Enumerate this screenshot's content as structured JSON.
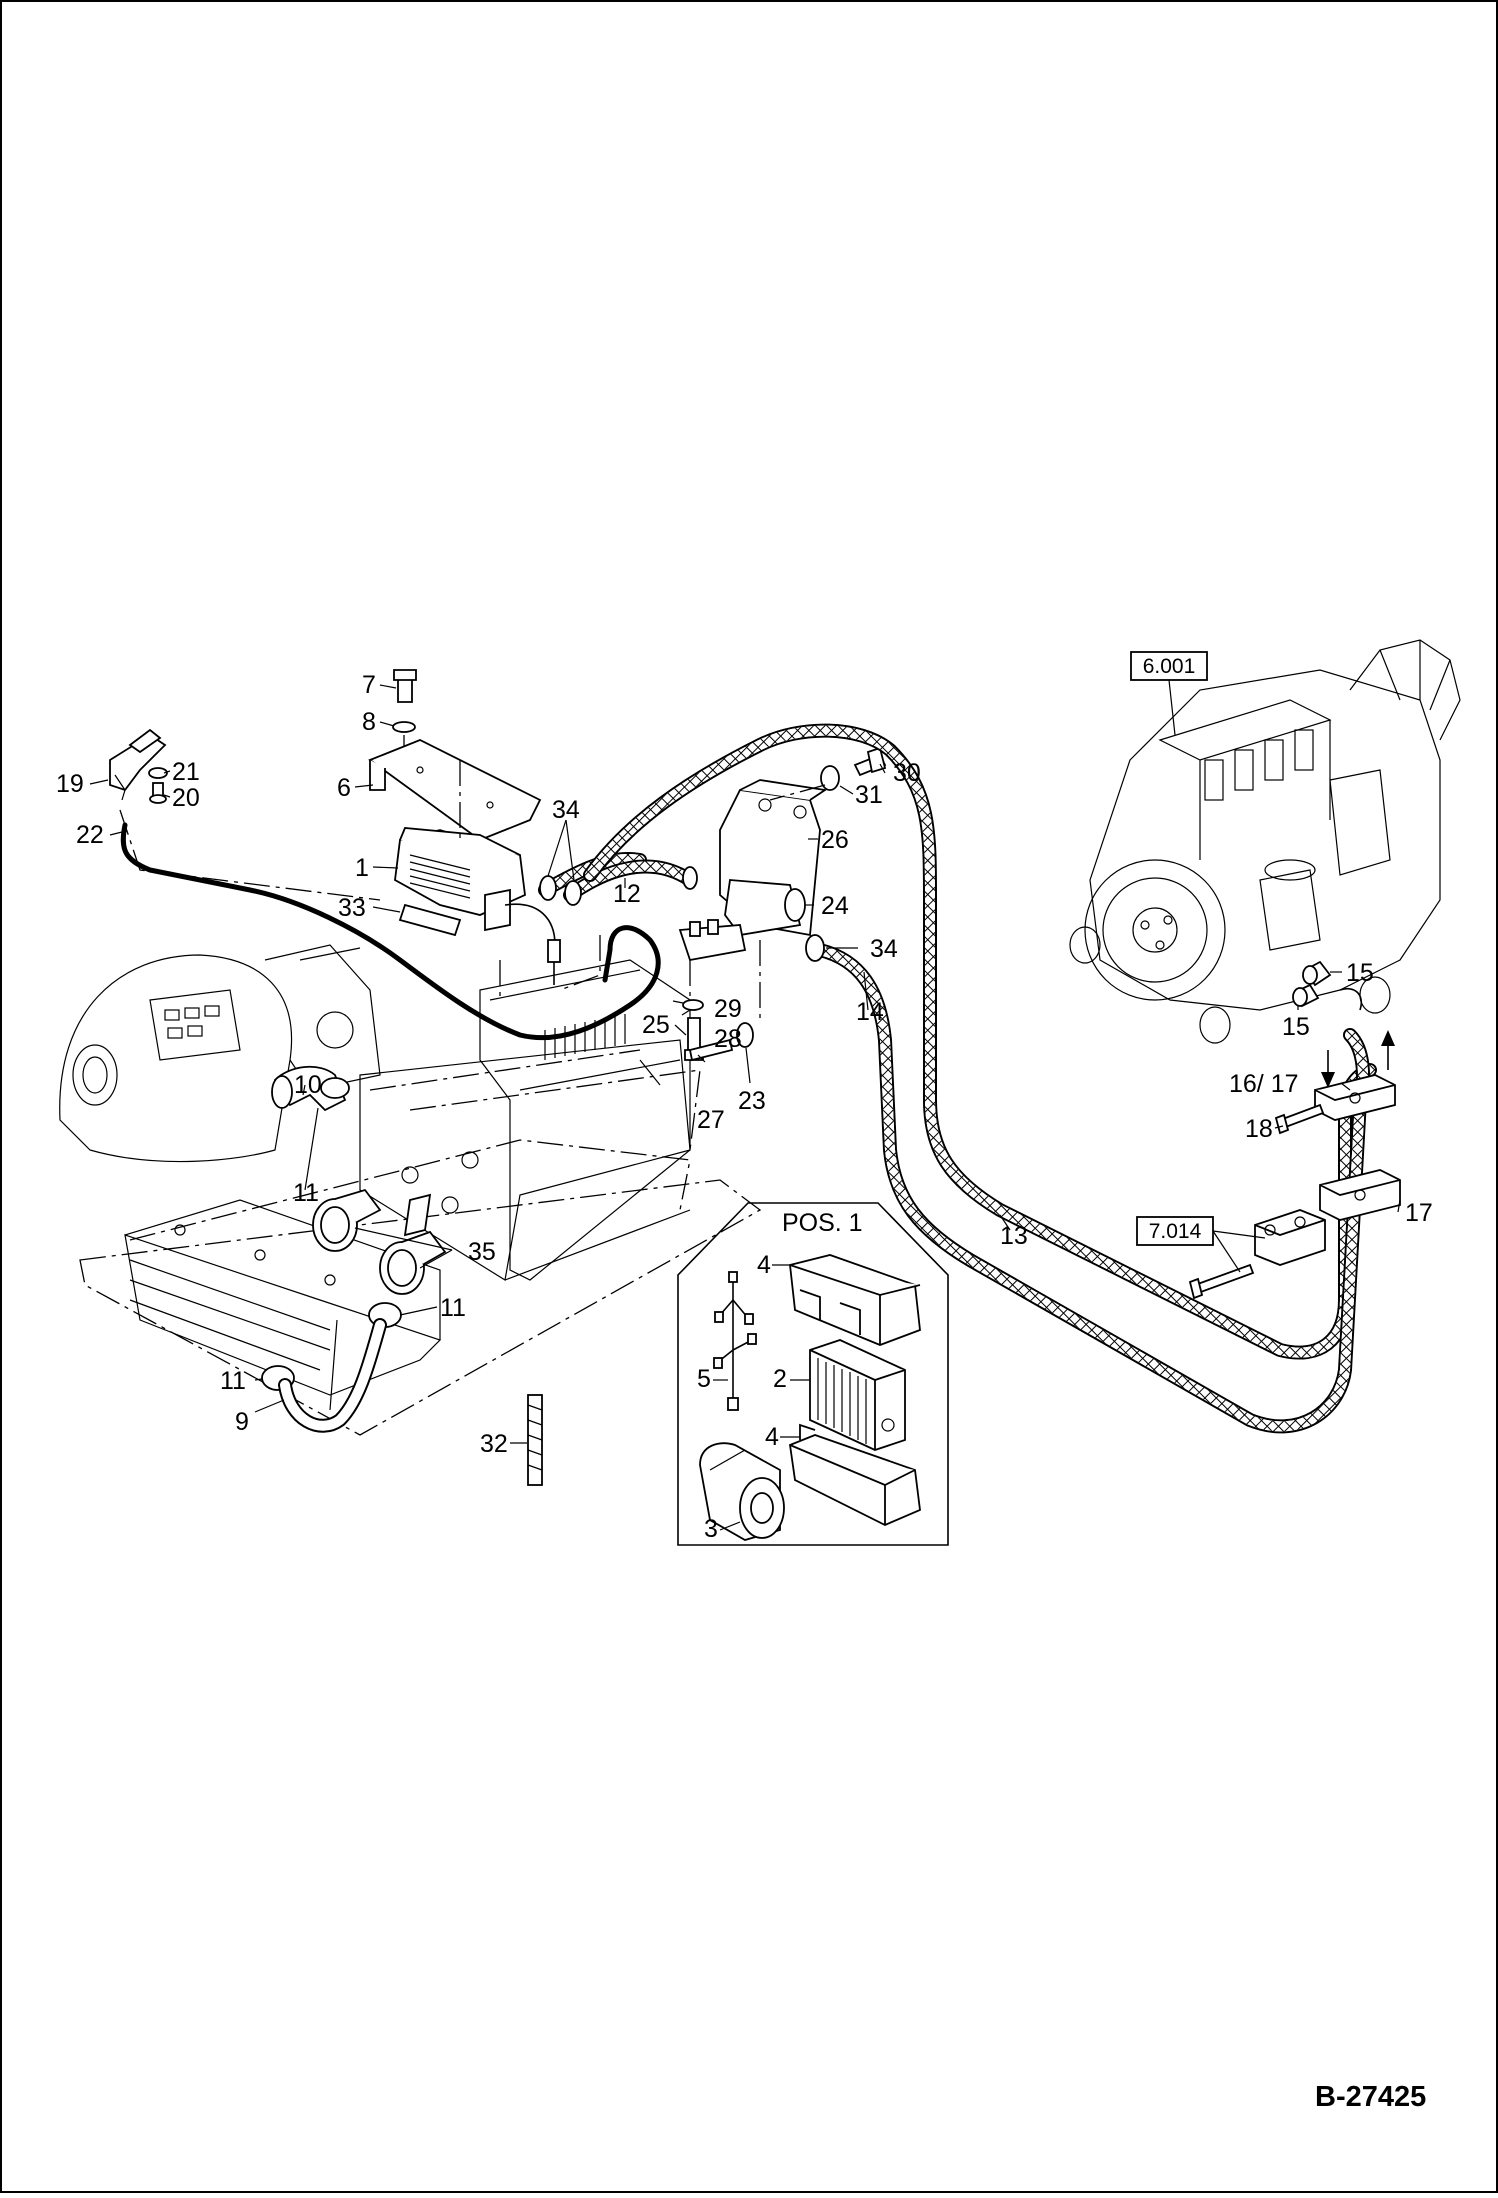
{
  "figure": {
    "reference_boxes": [
      {
        "id": "box-6001",
        "label": "6.001"
      },
      {
        "id": "box-7014",
        "label": "7.014"
      }
    ],
    "inset_title": "POS. 1",
    "document_id": "B-27425",
    "callouts": {
      "c1": "1",
      "c2": "2",
      "c3": "3",
      "c4a": "4",
      "c4b": "4",
      "c5": "5",
      "c6": "6",
      "c7": "7",
      "c8": "8",
      "c9": "9",
      "c10": "10",
      "c11a": "11",
      "c11b": "11",
      "c11c": "11",
      "c12": "12",
      "c13": "13",
      "c14": "14",
      "c15a": "15",
      "c15b": "15",
      "c16": "16/ 17",
      "c17": "17",
      "c18": "18",
      "c19": "19",
      "c20": "20",
      "c21": "21",
      "c22": "22",
      "c23": "23",
      "c24": "24",
      "c25": "25",
      "c26": "26",
      "c27": "27",
      "c28": "28",
      "c29": "29",
      "c30": "30",
      "c31": "31",
      "c32": "32",
      "c33": "33",
      "c34a": "34",
      "c34b": "34",
      "c35": "35"
    }
  }
}
